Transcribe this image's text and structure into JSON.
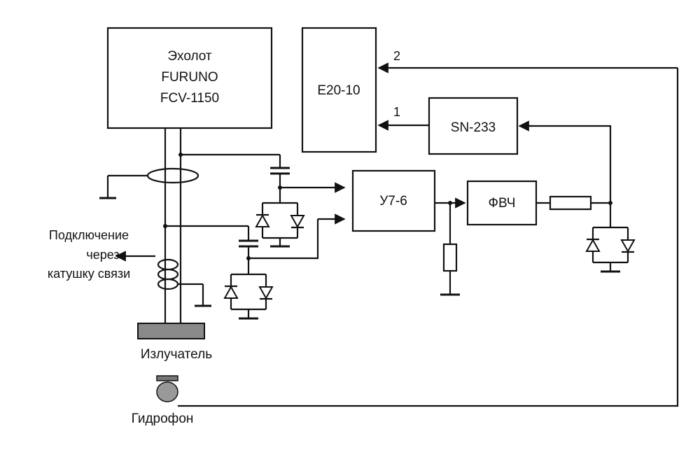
{
  "blocks": {
    "echosounder": [
      "Эхолот",
      "FURUNO",
      "FCV-1150"
    ],
    "e20": "E20-10",
    "sn233": "SN-233",
    "u76": "У7-6",
    "fvch": "ФВЧ"
  },
  "channels": {
    "ch1": "1",
    "ch2": "2"
  },
  "labels": {
    "coupling": [
      "Подключение",
      "через",
      "катушку связи"
    ],
    "emitter": "Излучатель",
    "hydrophone": "Гидрофон"
  }
}
